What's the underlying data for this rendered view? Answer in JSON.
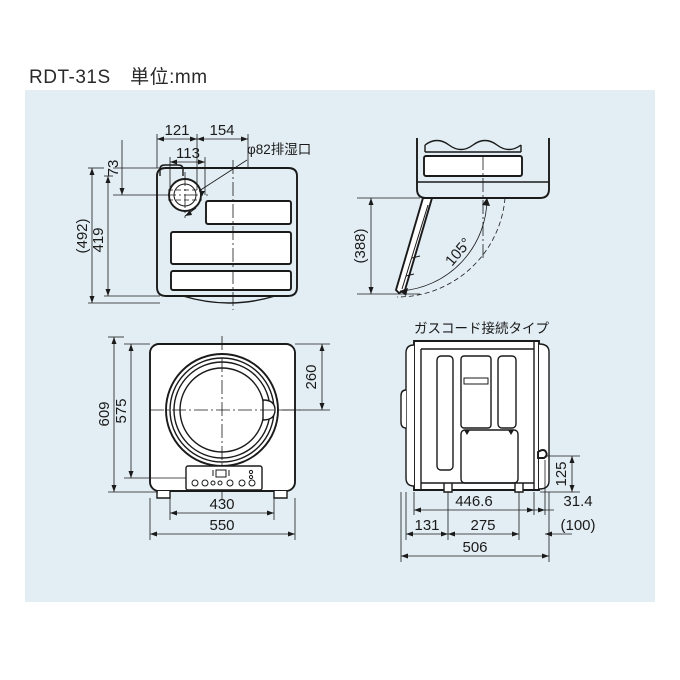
{
  "page": {
    "title": "RDT-31S　単位:mm",
    "model": "RDT-31S",
    "unit_note": "単位:mm",
    "background_color": "#ffffff",
    "panel_color": "#e3eef4",
    "line_color": "#1a1a1a"
  },
  "views": {
    "top_left": {
      "name": "front-upper-view",
      "callout": "φ82排湿口",
      "dimensions": {
        "d121": "121",
        "d154": "154",
        "d113": "113",
        "d73": "73",
        "d492": "(492)",
        "d419": "419"
      }
    },
    "top_right": {
      "name": "door-swing-view",
      "dimensions": {
        "d388": "(388)",
        "angle": "105°"
      }
    },
    "bottom_left": {
      "name": "front-view",
      "dimensions": {
        "d609": "609",
        "d575": "575",
        "d260": "260",
        "d430": "430",
        "d550": "550"
      }
    },
    "bottom_right": {
      "name": "side-view",
      "label": "ガスコード接続タイプ",
      "dimensions": {
        "d4466": "446.6",
        "d314": "31.4",
        "d125": "125",
        "d131": "131",
        "d275": "275",
        "d100": "(100)",
        "d506": "506"
      }
    }
  }
}
